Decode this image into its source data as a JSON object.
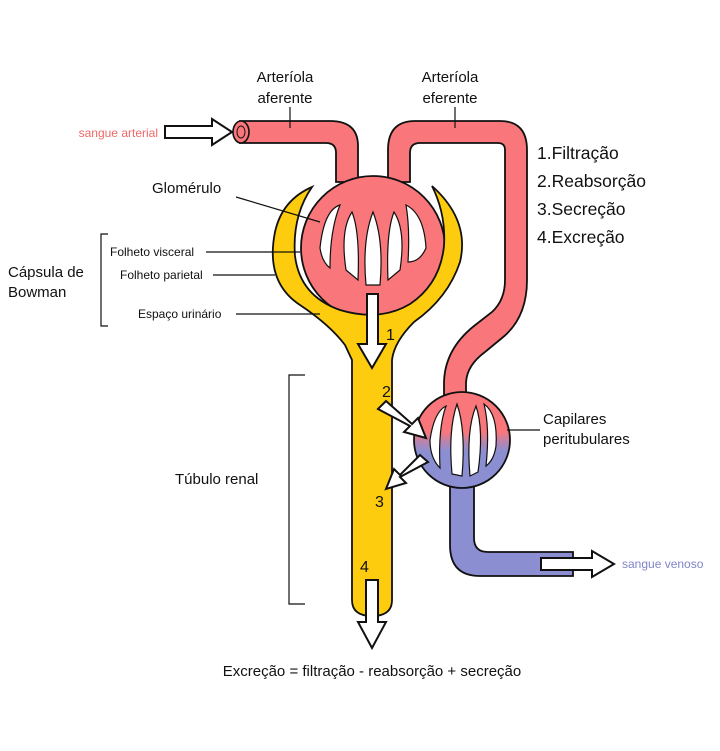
{
  "labels": {
    "arteriola_aferente": [
      "Arteríola",
      "aferente"
    ],
    "arteriola_eferente": [
      "Arteríola",
      "eferente"
    ],
    "sangue_arterial": "sangue arterial",
    "sangue_venoso": "sangue venoso",
    "glomerulo": "Glomérulo",
    "capsula_bowman": [
      "Cápsula de",
      "Bowman"
    ],
    "folheto_visceral": "Folheto visceral",
    "folheto_parietal": "Folheto parietal",
    "espaco_urinario": "Espaço urinário",
    "tubulo_renal": "Túbulo renal",
    "capilares_peritubulares": [
      "Capilares",
      "peritubulares"
    ],
    "equation": "Excreção = filtração - reabsorção + secreção"
  },
  "steps": [
    "1.Filtração",
    "2.Reabsorção",
    "3.Secreção",
    "4.Excreção"
  ],
  "arrow_numbers": [
    "1",
    "2",
    "3",
    "4"
  ],
  "colors": {
    "arterial": "#f9777b",
    "venous": "#8b8fd2",
    "tubule": "#fecc0f",
    "arterial_text": "#f06868",
    "venous_text": "#7f85c8",
    "outline": "#111111"
  }
}
